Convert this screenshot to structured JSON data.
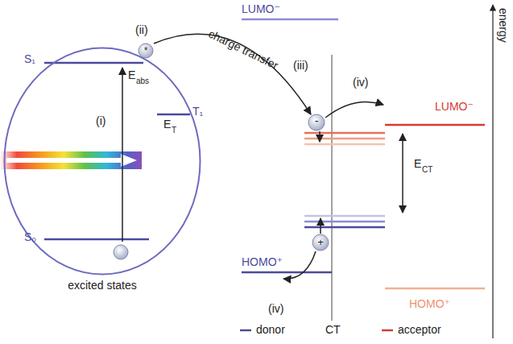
{
  "diagram": {
    "nodes": [
      {
        "text": [
          "excited states"
        ]
      }
    ],
    "edges": [],
    "labels": [
      "S₁",
      "S₀",
      "T₁",
      "E",
      "abs",
      "E",
      "T",
      "(i)",
      "(ii)",
      "(iii)",
      "(iv)",
      "(iv)",
      "LUMO⁻",
      "LUMO⁻",
      "HOMO⁺",
      "HOMO⁺",
      "E",
      "CT",
      "charge transfer",
      "energy",
      "CT",
      "*",
      "-",
      "+"
    ],
    "legend": [
      {
        "text": "donor"
      },
      {
        "text": "acceptor"
      }
    ]
  }
}
